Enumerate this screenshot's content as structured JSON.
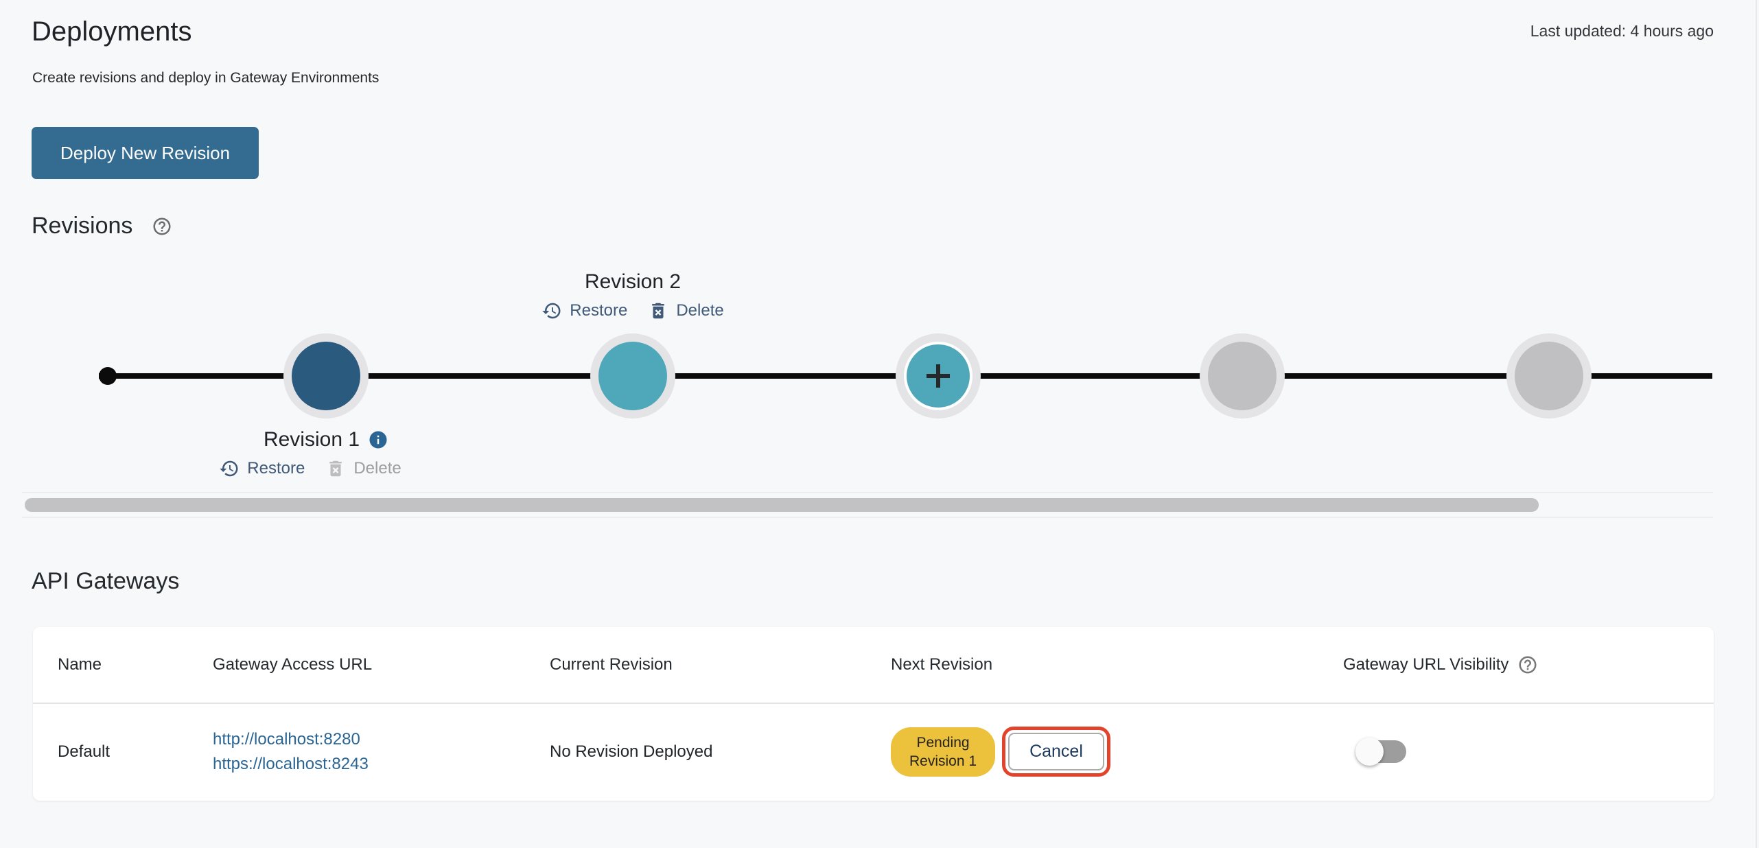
{
  "header": {
    "title": "Deployments",
    "subtitle": "Create revisions and deploy in Gateway Environments",
    "last_updated": "Last updated: 4 hours ago",
    "deploy_button_label": "Deploy New Revision"
  },
  "revisions": {
    "heading": "Revisions",
    "nodes": [
      {
        "label": "Revision 1",
        "state": "deployed",
        "label_position": "below",
        "has_info_icon": true,
        "restore_label": "Restore",
        "delete_label": "Delete",
        "delete_enabled": false
      },
      {
        "label": "Revision 2",
        "state": "current",
        "label_position": "above",
        "restore_label": "Restore",
        "delete_label": "Delete",
        "delete_enabled": true
      },
      {
        "state": "add-new"
      },
      {
        "state": "empty"
      },
      {
        "state": "empty"
      }
    ]
  },
  "gateways": {
    "heading": "API Gateways",
    "columns": {
      "name": "Name",
      "url": "Gateway Access URL",
      "current": "Current Revision",
      "next": "Next Revision",
      "visibility": "Gateway URL Visibility"
    },
    "rows": [
      {
        "name": "Default",
        "urls": [
          "http://localhost:8280",
          "https://localhost:8243"
        ],
        "current_revision": "No Revision Deployed",
        "next_revision": {
          "badge_line1": "Pending",
          "badge_line2": "Revision 1",
          "cancel_label": "Cancel",
          "cancel_highlighted": true
        },
        "visibility_enabled": false
      }
    ]
  },
  "icons": [
    "help-outline-icon",
    "restore-icon",
    "delete-forever-icon",
    "info-icon",
    "add-icon"
  ],
  "colors": {
    "primary_button": "#346b91",
    "deployed_node": "#2a5b7e",
    "current_node": "#4fa8ba",
    "empty_node": "#c0c0c2",
    "action_link": "#3f5977",
    "url_link": "#2a6593",
    "pending_badge": "#ecc13c",
    "highlight_ring": "#e2432c",
    "info_icon": "#2a6594",
    "timeline_line": "#0b0b0b"
  }
}
